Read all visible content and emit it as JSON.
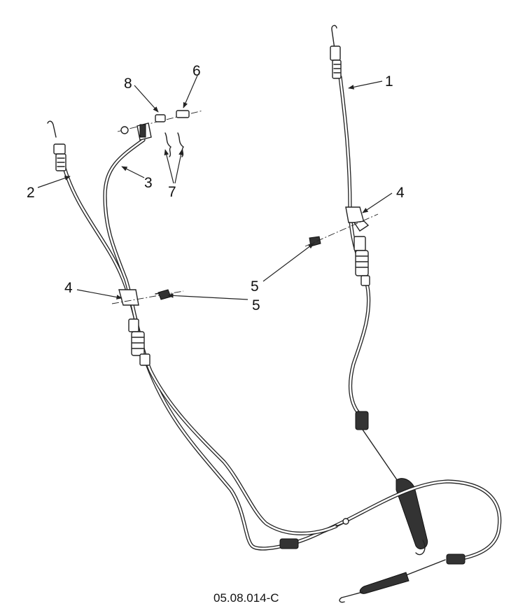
{
  "callouts": {
    "c1": "1",
    "c2": "2",
    "c3": "3",
    "c4a": "4",
    "c4b": "4",
    "c5a": "5",
    "c5b": "5",
    "c6": "6",
    "c7": "7",
    "c8": "8"
  },
  "figure_id": "05.08.014-C"
}
